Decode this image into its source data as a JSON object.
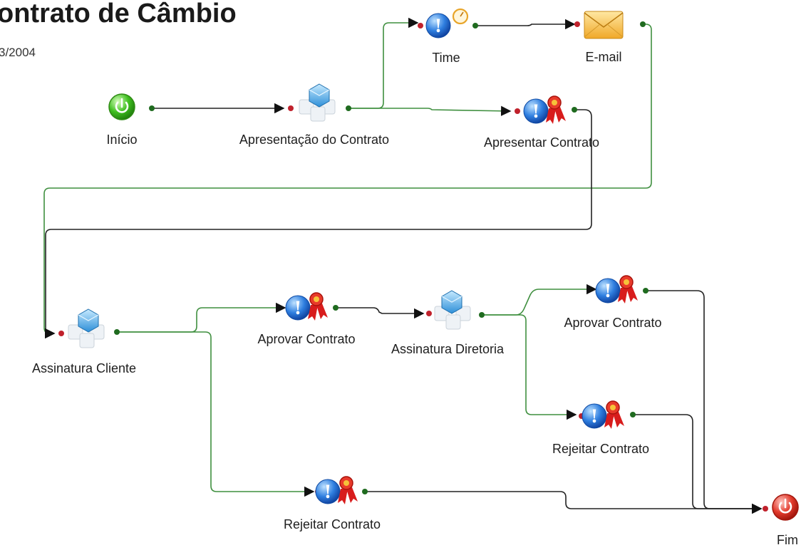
{
  "header": {
    "title": "ontrato de Câmbio",
    "subtitle": "3/2004"
  },
  "nodes": {
    "inicio": {
      "label": "Início",
      "icon": "start-power-icon"
    },
    "apresentacao": {
      "label": "Apresentação do Contrato",
      "icon": "task-cubes-icon"
    },
    "time": {
      "label": "Time",
      "icon": "timer-info-icon"
    },
    "email": {
      "label": "E-mail",
      "icon": "envelope-icon"
    },
    "apresentar": {
      "label": "Apresentar Contrato",
      "icon": "info-ribbon-icon"
    },
    "assinatura_cliente": {
      "label": "Assinatura Cliente",
      "icon": "task-cubes-icon"
    },
    "aprovar1": {
      "label": "Aprovar Contrato",
      "icon": "info-ribbon-icon"
    },
    "assinatura_diretoria": {
      "label": "Assinatura Diretoria",
      "icon": "task-cubes-icon"
    },
    "aprovar2": {
      "label": "Aprovar Contrato",
      "icon": "info-ribbon-icon"
    },
    "rejeitar2": {
      "label": "Rejeitar Contrato",
      "icon": "info-ribbon-icon"
    },
    "rejeitar1": {
      "label": "Rejeitar Contrato",
      "icon": "info-ribbon-icon"
    },
    "fim": {
      "label": "Fim",
      "icon": "end-power-icon"
    }
  },
  "colors": {
    "green_line": "#3f8f3f",
    "dark_line": "#2a2a2a",
    "in_port": "#c0212c",
    "out_port": "#1f6b1f",
    "start": "#4cc21f",
    "end": "#e0342c",
    "info": "#2a6fd4",
    "ribbon": "#d81c1c",
    "cube": "#4aa8e8",
    "envelope": "#f2b733"
  }
}
